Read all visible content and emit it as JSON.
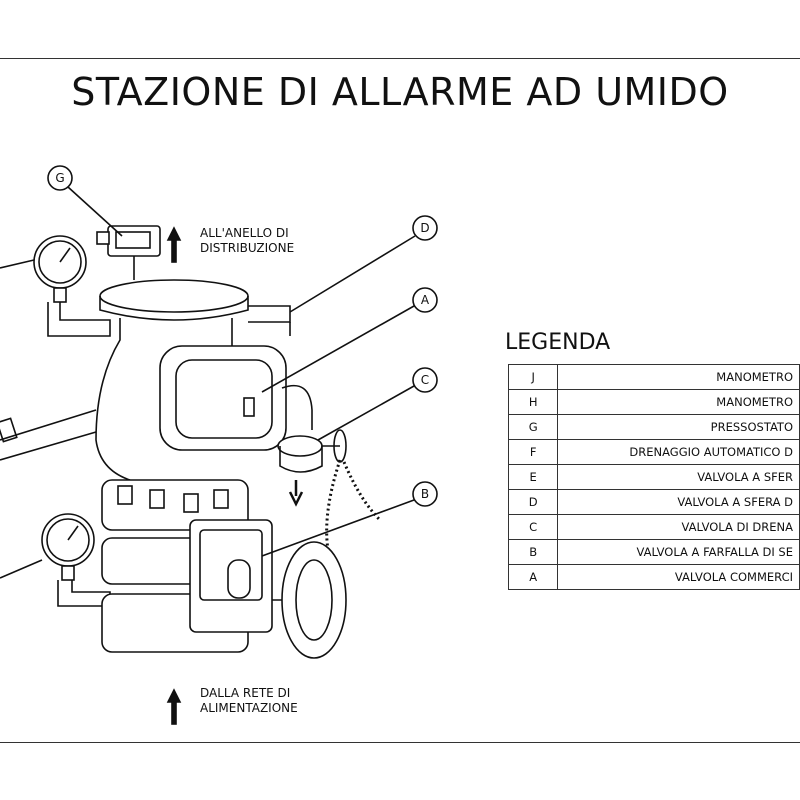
{
  "title": "STAZIONE DI ALLARME AD UMIDO",
  "notes": {
    "top": [
      "ALL'ANELLO DI",
      "DISTRIBUZIONE"
    ],
    "bottom": [
      "DALLA RETE DI",
      "ALIMENTAZIONE"
    ]
  },
  "callouts": [
    "G",
    "D",
    "A",
    "C",
    "B"
  ],
  "legend": {
    "title": "LEGENDA",
    "rows": [
      {
        "code": "J",
        "desc": "MANOMETRO"
      },
      {
        "code": "H",
        "desc": "MANOMETRO"
      },
      {
        "code": "G",
        "desc": "PRESSOSTATO"
      },
      {
        "code": "F",
        "desc": "DRENAGGIO AUTOMATICO D"
      },
      {
        "code": "E",
        "desc": "VALVOLA A SFER"
      },
      {
        "code": "D",
        "desc": "VALVOLA A SFERA D"
      },
      {
        "code": "C",
        "desc": "VALVOLA DI DRENA"
      },
      {
        "code": "B",
        "desc": "VALVOLA A FARFALLA DI SE"
      },
      {
        "code": "A",
        "desc": "VALVOLA COMMERCI"
      }
    ]
  }
}
